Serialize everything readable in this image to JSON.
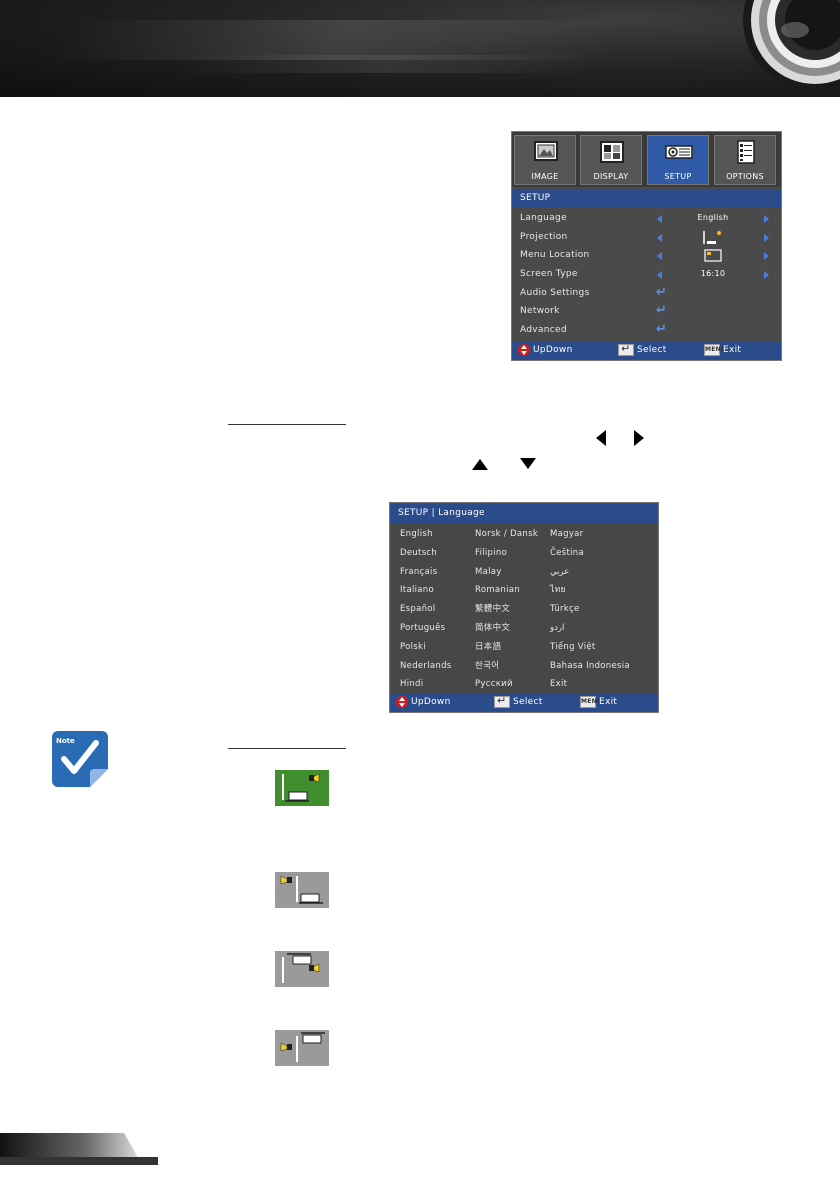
{
  "setup_menu": {
    "tabs": [
      {
        "label": "IMAGE",
        "icon": "image-icon"
      },
      {
        "label": "DISPLAY",
        "icon": "display-icon"
      },
      {
        "label": "SETUP",
        "icon": "projector-icon",
        "active": true
      },
      {
        "label": "OPTIONS",
        "icon": "options-icon"
      }
    ],
    "title": "SETUP",
    "rows": [
      {
        "label": "Language",
        "value": "English",
        "control": "arrows"
      },
      {
        "label": "Projection",
        "value_icon": "projection-front-desktop-icon",
        "control": "arrows"
      },
      {
        "label": "Menu Location",
        "value_icon": "menu-location-icon",
        "control": "arrows"
      },
      {
        "label": "Screen Type",
        "value": "16:10",
        "control": "arrows"
      },
      {
        "label": "Audio Settings",
        "control": "enter"
      },
      {
        "label": "Network",
        "control": "enter"
      },
      {
        "label": "Advanced",
        "control": "enter"
      }
    ],
    "footer": {
      "updown": "UpDown",
      "select": "Select",
      "exit": "Exit",
      "menu_key": "MENU"
    }
  },
  "language_menu": {
    "title": "SETUP  |  Language",
    "columns": [
      [
        "English",
        "Deutsch",
        "Français",
        "Italiano",
        "Español",
        "Português",
        "Polski",
        "Nederlands",
        "Hindi"
      ],
      [
        "Norsk / Dansk",
        "Filipino",
        "Malay",
        "Romanian",
        "繁體中文",
        "简体中文",
        "日本語",
        "한국어",
        "Русский"
      ],
      [
        "Magyar",
        "Čeština",
        "عربي",
        "ไทย",
        "Türkçe",
        "اردو",
        "Tiếng Việt",
        "Bahasa Indonesia",
        "Exit"
      ]
    ],
    "footer": {
      "updown": "UpDown",
      "select": "Select",
      "exit": "Exit",
      "menu_key": "MENU"
    }
  },
  "note_icon": {
    "label": "Note"
  },
  "projection_icons": [
    "front-desktop-icon",
    "rear-desktop-icon",
    "front-ceiling-icon",
    "rear-ceiling-icon"
  ],
  "colors": {
    "osd_bg": "#4a4a4a",
    "osd_title": "#2a4c8b",
    "accent_arrow": "#4a7fe0",
    "note_blue": "#2a6bb5",
    "proj_green": "#3f8f2f"
  }
}
